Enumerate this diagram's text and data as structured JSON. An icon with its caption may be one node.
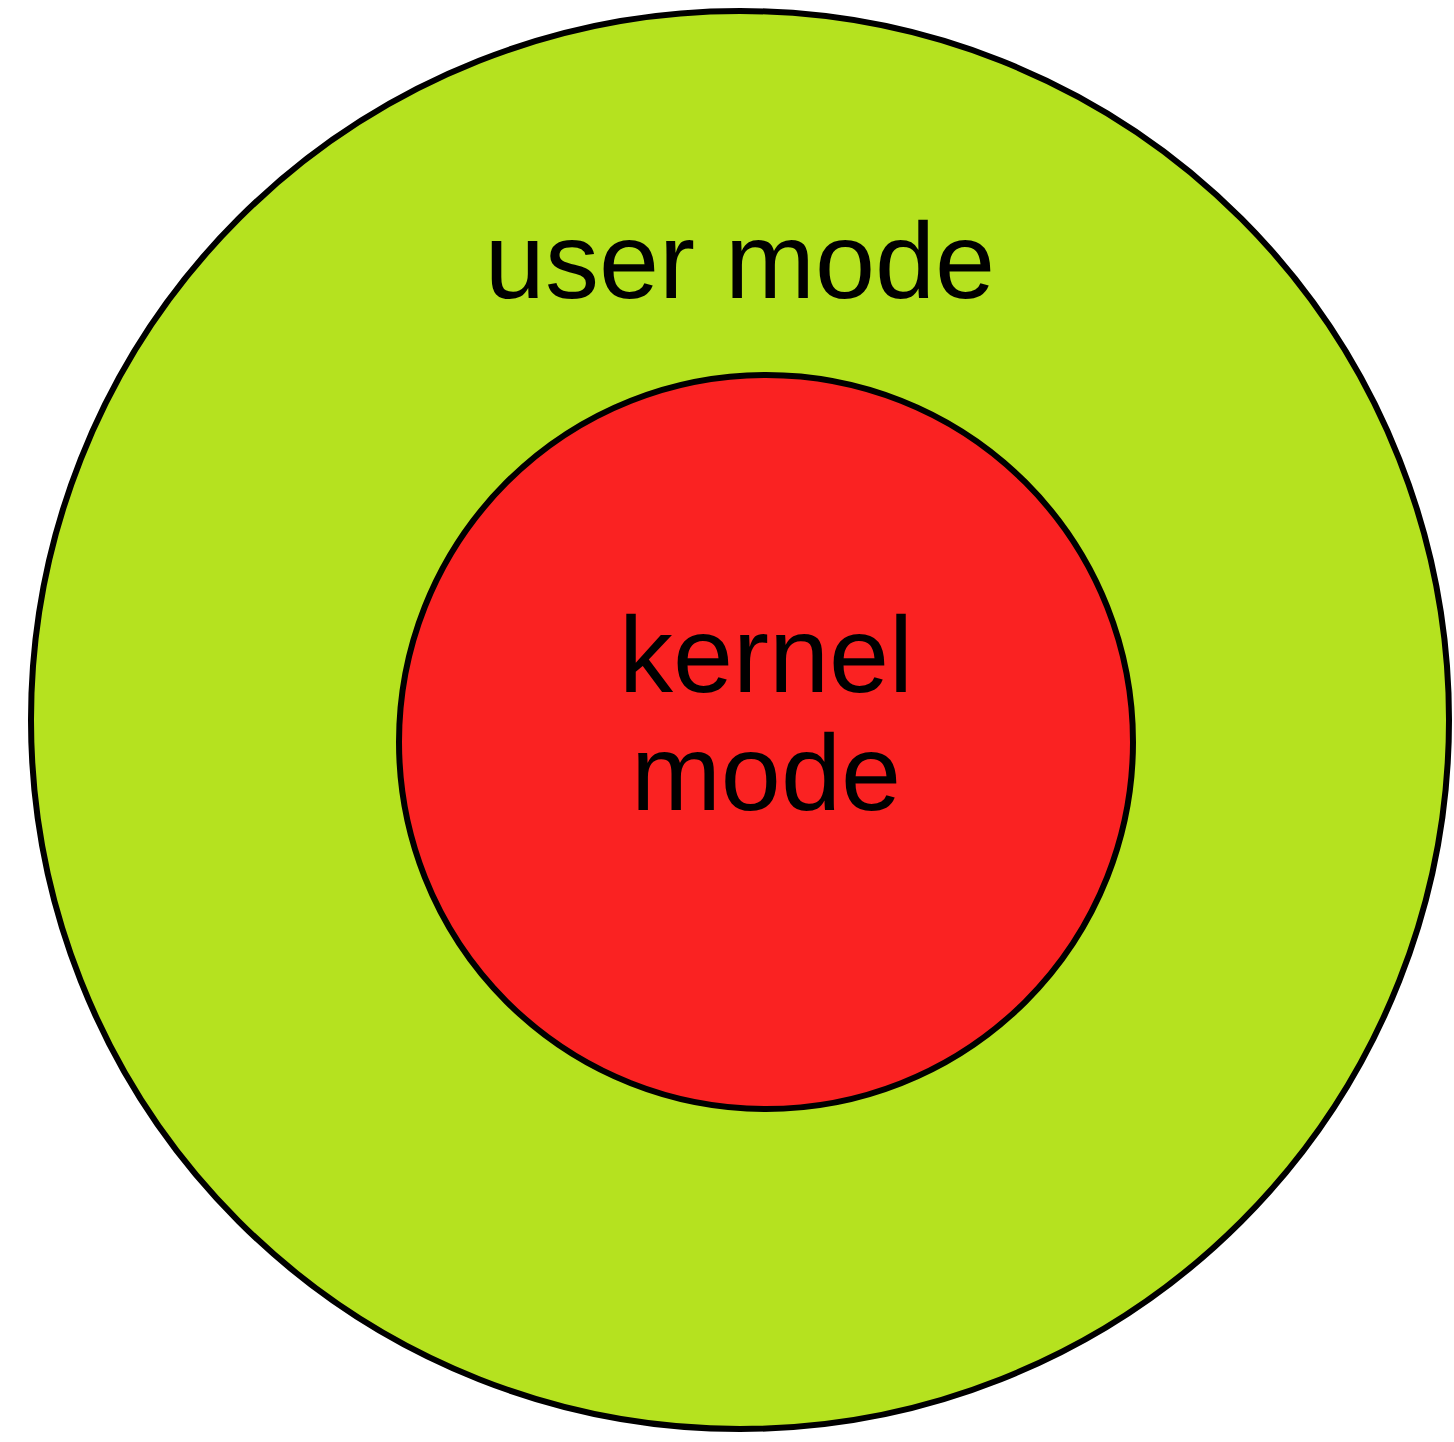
{
  "diagram": {
    "nodes": [
      {
        "text": [
          "user mode"
        ]
      },
      {
        "text": [
          "kernel mode"
        ],
        "in": 0
      }
    ]
  }
}
